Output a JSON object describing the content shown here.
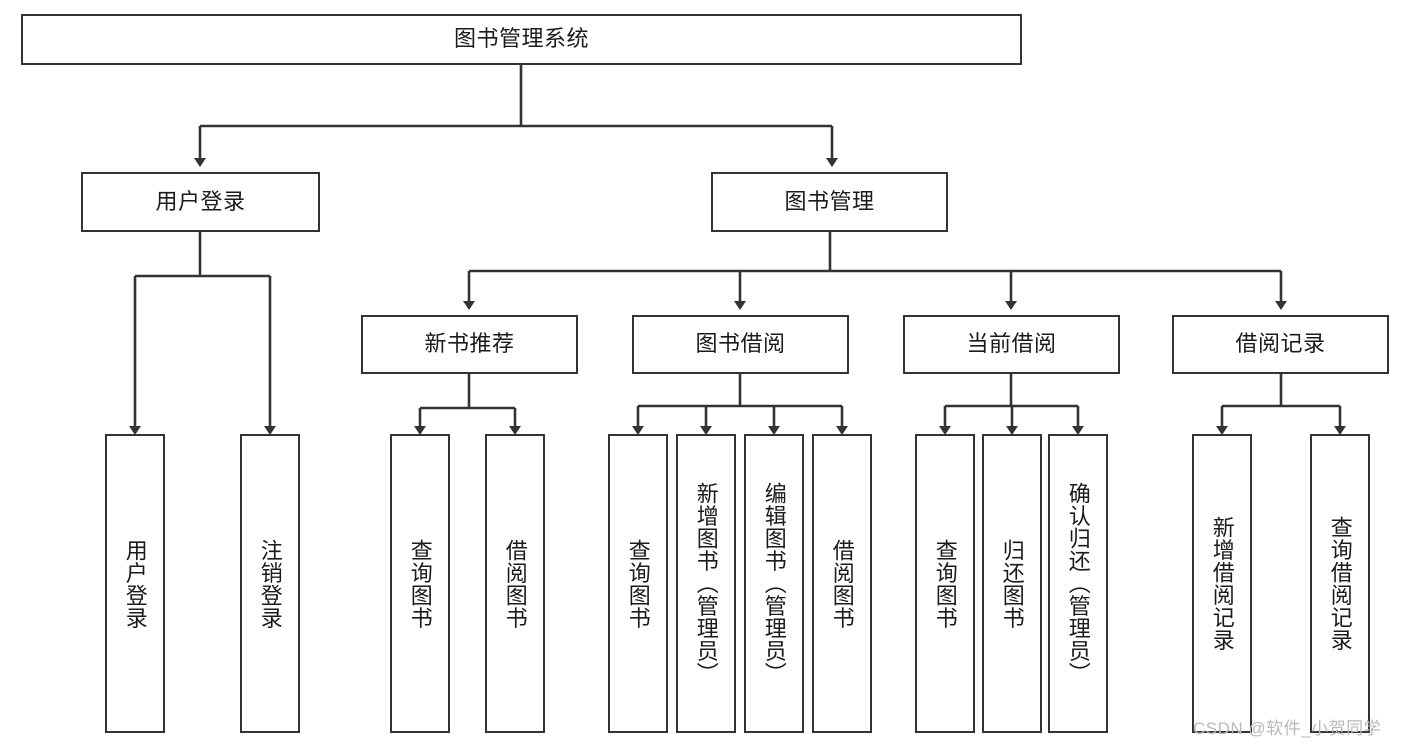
{
  "diagram": {
    "type": "tree-hierarchy",
    "title": "图书管理系统",
    "watermark": "CSDN @软件_小贺同学",
    "colors": {
      "box_border": "#333333",
      "box_fill": "#ffffff",
      "edge": "#333333",
      "text": "#1b1b1b",
      "watermark": "#b9b9b9",
      "background": "#ffffff"
    },
    "nodes": {
      "root": {
        "label": "图书管理系统",
        "orientation": "horizontal"
      },
      "level2": [
        {
          "id": "user-login",
          "label": "用户登录",
          "orientation": "horizontal"
        },
        {
          "id": "book-management",
          "label": "图书管理",
          "orientation": "horizontal"
        }
      ],
      "level3": [
        {
          "id": "new-book-recommend",
          "label": "新书推荐",
          "orientation": "horizontal"
        },
        {
          "id": "book-borrow",
          "label": "图书借阅",
          "orientation": "horizontal"
        },
        {
          "id": "current-borrow",
          "label": "当前借阅",
          "orientation": "horizontal"
        },
        {
          "id": "borrow-record",
          "label": "借阅记录",
          "orientation": "horizontal"
        }
      ],
      "leaves": [
        {
          "id": "leaf-user-login",
          "label": "用户登录",
          "parent": "user-login",
          "orientation": "vertical"
        },
        {
          "id": "leaf-logout-login",
          "label": "注销登录",
          "parent": "user-login",
          "orientation": "vertical"
        },
        {
          "id": "leaf-query-book-1",
          "label": "查询图书",
          "parent": "new-book-recommend",
          "orientation": "vertical"
        },
        {
          "id": "leaf-borrow-book-1",
          "label": "借阅图书",
          "parent": "new-book-recommend",
          "orientation": "vertical"
        },
        {
          "id": "leaf-query-book-2",
          "label": "查询图书",
          "parent": "book-borrow",
          "orientation": "vertical"
        },
        {
          "id": "leaf-add-book",
          "label": "新增图书（管理员）",
          "parent": "book-borrow",
          "orientation": "vertical"
        },
        {
          "id": "leaf-edit-book",
          "label": "编辑图书（管理员）",
          "parent": "book-borrow",
          "orientation": "vertical"
        },
        {
          "id": "leaf-borrow-book-2",
          "label": "借阅图书",
          "parent": "book-borrow",
          "orientation": "vertical"
        },
        {
          "id": "leaf-query-book-3",
          "label": "查询图书",
          "parent": "current-borrow",
          "orientation": "vertical"
        },
        {
          "id": "leaf-return-book",
          "label": "归还图书",
          "parent": "current-borrow",
          "orientation": "vertical"
        },
        {
          "id": "leaf-confirm-return",
          "label": "确认归还（管理员）",
          "parent": "current-borrow",
          "orientation": "vertical"
        },
        {
          "id": "leaf-add-record",
          "label": "新增借阅记录",
          "parent": "borrow-record",
          "orientation": "vertical"
        },
        {
          "id": "leaf-query-record",
          "label": "查询借阅记录",
          "parent": "borrow-record",
          "orientation": "vertical"
        }
      ]
    }
  }
}
